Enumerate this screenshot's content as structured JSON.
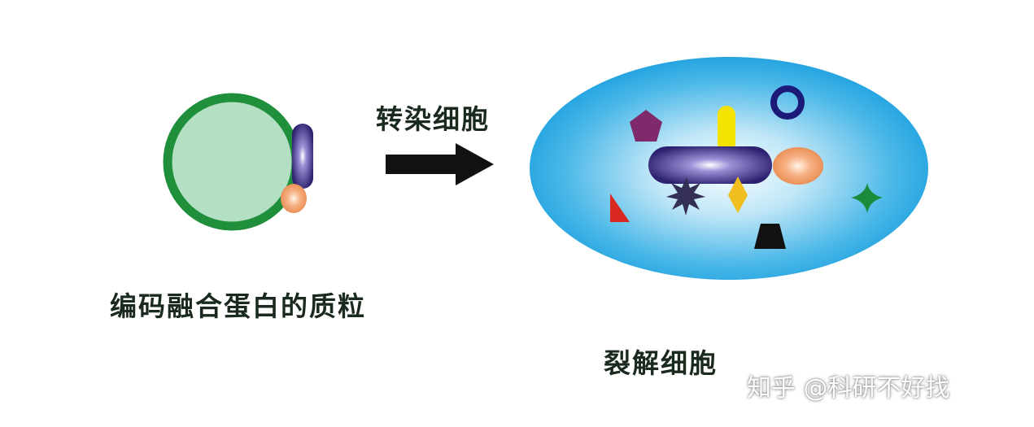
{
  "labels": {
    "transfect": "转染细胞",
    "plasmid": "编码融合蛋白的质粒",
    "lysed_cell": "裂解细胞"
  },
  "watermark": "知乎 @科研不好找",
  "colors": {
    "plasmid_ring": "#1f8f3c",
    "plasmid_fill": "#b3dfc3",
    "arrow": "#111111",
    "cell_outer": "#1ba3df",
    "cell_inner": "#f2fbff",
    "fusion_protein": "#3a2c7e",
    "tag": "#f09a63",
    "pentagon": "#7e2a6b",
    "yellow_bar": "#f4e300",
    "ring": "#1b1a79",
    "triangle": "#d8281f",
    "star_burst": "#332f55",
    "diamond": "#f0be1e",
    "green_star": "#198b3a",
    "trapezoid": "#111111"
  },
  "icons": [
    "plasmid-circle",
    "arrow-right-icon",
    "cell-ellipse",
    "pentagon-icon",
    "ring-icon",
    "triangle-icon",
    "star-burst-icon",
    "diamond-icon",
    "four-point-star-icon",
    "trapezoid-icon"
  ]
}
